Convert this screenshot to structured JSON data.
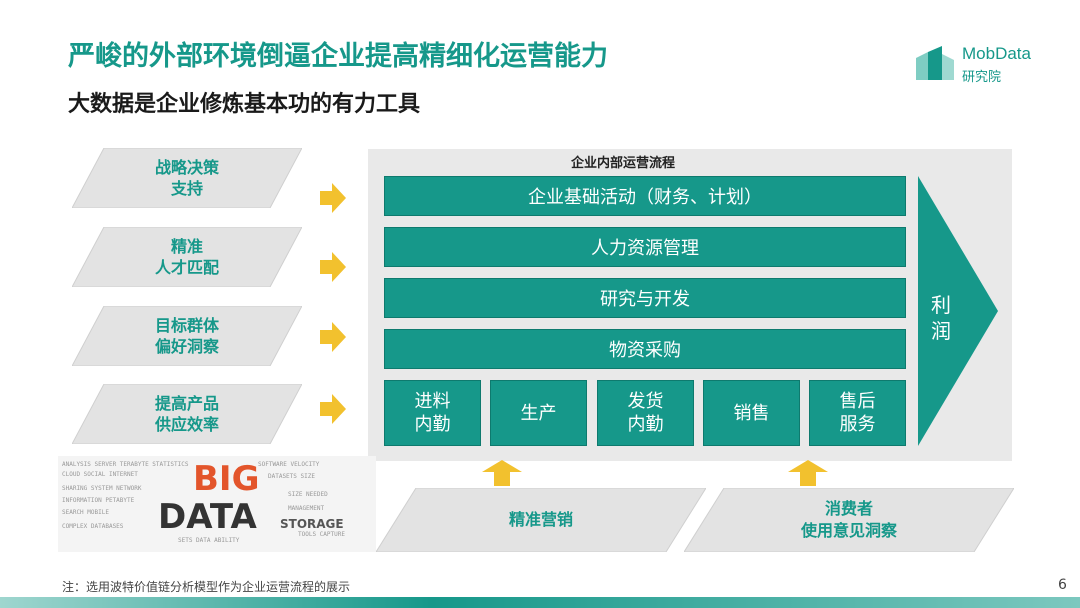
{
  "title": "严峻的外部环境倒逼企业提高精细化运营能力",
  "subtitle": "大数据是企业修炼基本功的有力工具",
  "logo": {
    "brand": "MobData",
    "sub": "研究院"
  },
  "left_items": [
    {
      "line1": "战略决策",
      "line2": "支持"
    },
    {
      "line1": "精准",
      "line2": "人才匹配"
    },
    {
      "line1": "目标群体",
      "line2": "偏好洞察"
    },
    {
      "line1": "提高产品",
      "line2": "供应效率"
    }
  ],
  "panel": {
    "title": "企业内部运营流程",
    "bars": [
      "企业基础活动（财务、计划）",
      "人力资源管理",
      "研究与开发",
      "物资采购"
    ],
    "cells": [
      {
        "line1": "进料",
        "line2": "内勤"
      },
      {
        "line1": "生产",
        "line2": ""
      },
      {
        "line1": "发货",
        "line2": "内勤"
      },
      {
        "line1": "销售",
        "line2": ""
      },
      {
        "line1": "售后",
        "line2": "服务"
      }
    ],
    "profit": {
      "line1": "利",
      "line2": "润"
    }
  },
  "big_data_image": {
    "line1": "BIG",
    "line2": "DATA",
    "line3": "STORAGE"
  },
  "bottom_items": [
    {
      "line1": "精准营销",
      "line2": ""
    },
    {
      "line1": "消费者",
      "line2": "使用意见洞察"
    }
  ],
  "note": "注：选用波特价值链分析模型作为企业运营流程的展示",
  "page_number": "6",
  "colors": {
    "accent": "#16988a",
    "arrow": "#f2c12e",
    "panel_bg": "#e9e9e9"
  }
}
